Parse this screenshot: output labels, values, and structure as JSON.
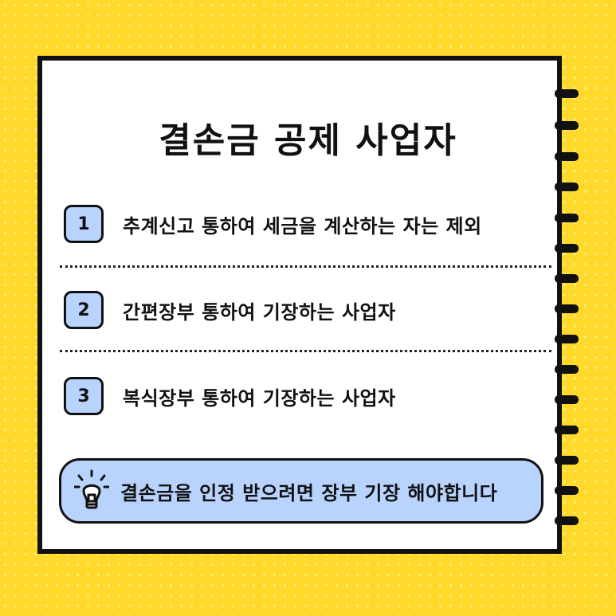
{
  "title": "결손금 공제 사업자",
  "items": [
    {
      "number": "1",
      "text": "추계신고 통하여 세금을 계산하는 자는 제외"
    },
    {
      "number": "2",
      "text": "간편장부 통하여 기장하는 사업자"
    },
    {
      "number": "3",
      "text": "복식장부 통하여 기장하는 사업자"
    }
  ],
  "tip": {
    "icon": "lightbulb-icon",
    "text": "결손금을 인정 받으려면 장부 기장 해야합니다"
  },
  "colors": {
    "background": "#ffd92c",
    "accent": "#b9d3ff",
    "ink": "#111111"
  }
}
